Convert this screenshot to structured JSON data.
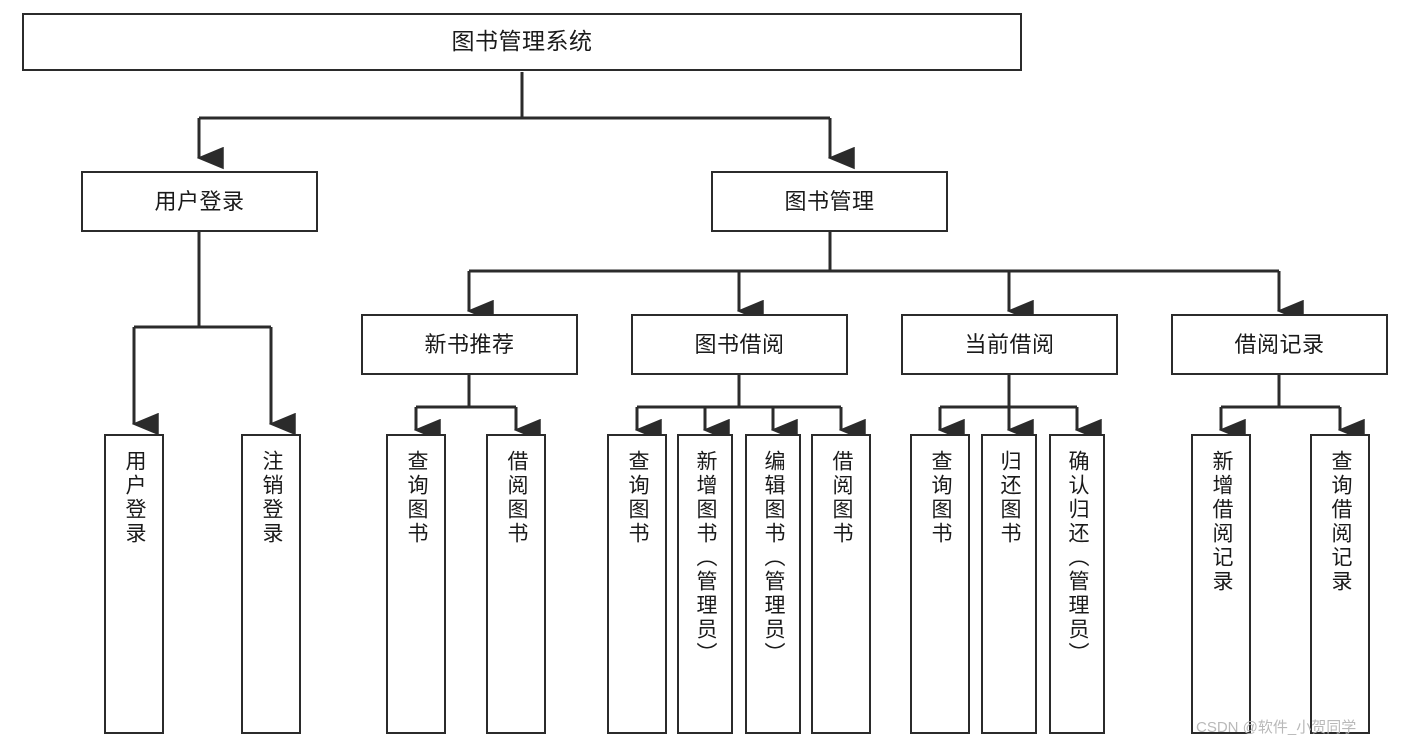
{
  "diagram": {
    "type": "tree-hierarchy",
    "title": "图书管理系统",
    "watermark": "CSDN @软件_小贺同学",
    "colors": {
      "stroke": "#2b2b2b",
      "box_fill": "#ffffff",
      "text": "#1a1a1a",
      "background": "#ffffff",
      "watermark": "#b9b9b9"
    },
    "nodes": {
      "root": {
        "label": "图书管理系统",
        "orientation": "horizontal"
      },
      "level1": [
        {
          "label": "用户登录",
          "orientation": "horizontal"
        },
        {
          "label": "图书管理",
          "orientation": "horizontal"
        }
      ],
      "level2": [
        {
          "label": "新书推荐",
          "orientation": "horizontal"
        },
        {
          "label": "图书借阅",
          "orientation": "horizontal"
        },
        {
          "label": "当前借阅",
          "orientation": "horizontal"
        },
        {
          "label": "借阅记录",
          "orientation": "horizontal"
        }
      ],
      "leaves": {
        "user_login": [
          {
            "label": "用户登录",
            "orientation": "vertical"
          },
          {
            "label": "注销登录",
            "orientation": "vertical"
          }
        ],
        "new_book_recommend": [
          {
            "label": "查询图书",
            "orientation": "vertical"
          },
          {
            "label": "借阅图书",
            "orientation": "vertical"
          }
        ],
        "book_borrow": [
          {
            "label": "查询图书",
            "orientation": "vertical"
          },
          {
            "label": "新增图书（管理员）",
            "orientation": "vertical"
          },
          {
            "label": "编辑图书（管理员）",
            "orientation": "vertical"
          },
          {
            "label": "借阅图书",
            "orientation": "vertical"
          }
        ],
        "current_borrow": [
          {
            "label": "查询图书",
            "orientation": "vertical"
          },
          {
            "label": "归还图书",
            "orientation": "vertical"
          },
          {
            "label": "确认归还（管理员）",
            "orientation": "vertical"
          }
        ],
        "borrow_record": [
          {
            "label": "新增借阅记录",
            "orientation": "vertical"
          },
          {
            "label": "查询借阅记录",
            "orientation": "vertical"
          }
        ]
      }
    }
  }
}
